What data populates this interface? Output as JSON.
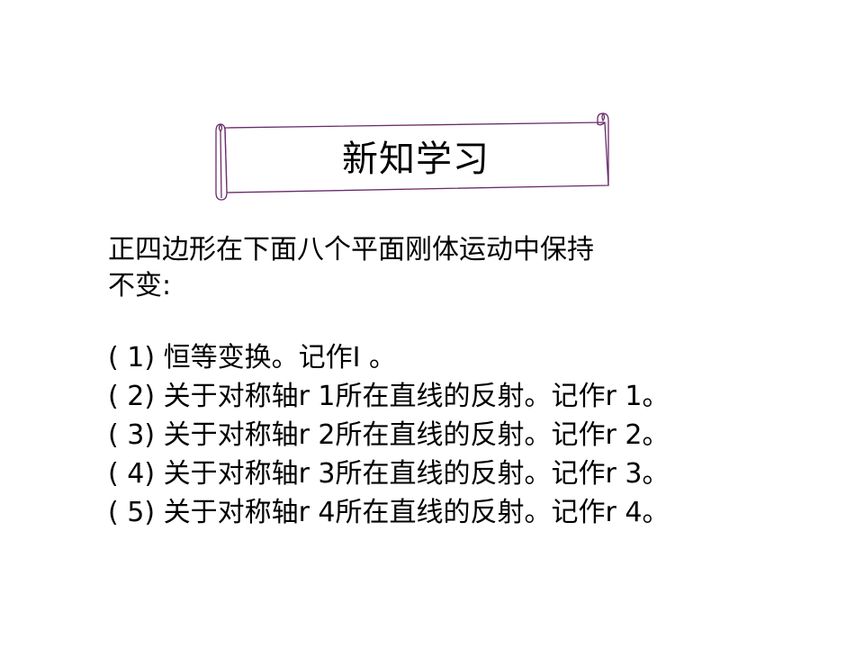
{
  "banner": {
    "title": "新知学习",
    "border_color": "#6b2b6b"
  },
  "intro": {
    "line1": "正四边形在下面八个平面刚体运动中保持",
    "line2": "不变:"
  },
  "items": [
    "( 1) 恒等变换。记作I 。",
    "( 2) 关于对称轴r 1所在直线的反射。记作r 1。",
    "( 3) 关于对称轴r 2所在直线的反射。记作r 2。",
    "( 4) 关于对称轴r 3所在直线的反射。记作r 3。",
    "( 5) 关于对称轴r 4所在直线的反射。记作r 4。"
  ]
}
